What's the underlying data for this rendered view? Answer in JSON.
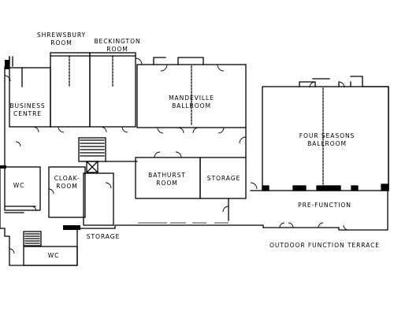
{
  "rooms": {
    "shrewsbury": {
      "line1": "SHREWSBURY",
      "line2": "ROOM"
    },
    "beckington": {
      "line1": "BECKINGTON",
      "line2": "ROOM"
    },
    "business_centre": {
      "line1": "BUSINESS",
      "line2": "CENTRE"
    },
    "mandeville": {
      "line1": "MANDEVILLE",
      "line2": "BALLROOM"
    },
    "four_seasons": {
      "line1": "FOUR SEASONS",
      "line2": "BALLROOM"
    },
    "bathurst": {
      "line1": "BATHURST",
      "line2": "ROOM"
    },
    "storage_middle": {
      "line1": "STORAGE"
    },
    "cloakroom": {
      "line1": "CLOAK-",
      "line2": "ROOM"
    },
    "wc_upper": {
      "line1": "WC"
    },
    "wc_lower": {
      "line1": "WC"
    },
    "storage_lower": {
      "line1": "STORAGE"
    },
    "pre_function": {
      "line1": "PRE-FUNCTION"
    },
    "outdoor_terrace": {
      "line1": "OUTDOOR FUNCTION TERRACE"
    }
  }
}
